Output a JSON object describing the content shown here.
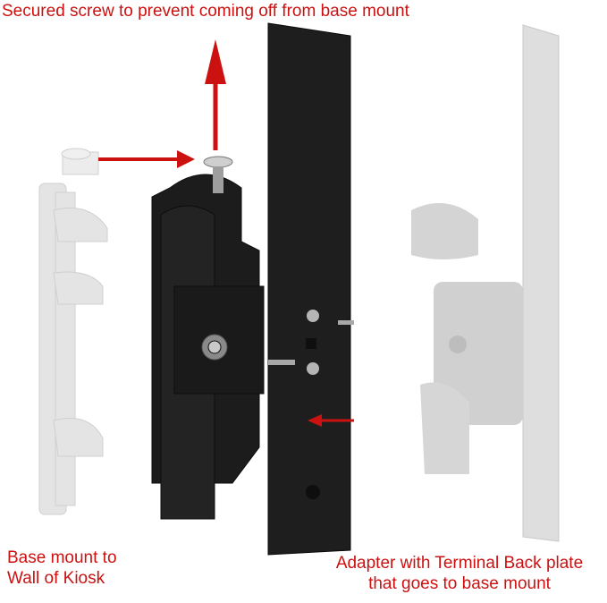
{
  "annotations": {
    "top_caption": "Secured screw to prevent coming off from base mount",
    "base_mount": [
      "Base mount to",
      "Wall of Kiosk"
    ],
    "adapter": [
      "Adapter with Terminal Back plate",
      "that goes to base mount"
    ]
  },
  "colors": {
    "annotation_text": "#cc1111",
    "arrow": "#cc1111",
    "metal_black": "#1c1c1c",
    "faded_gray": "#d9d9d9"
  }
}
